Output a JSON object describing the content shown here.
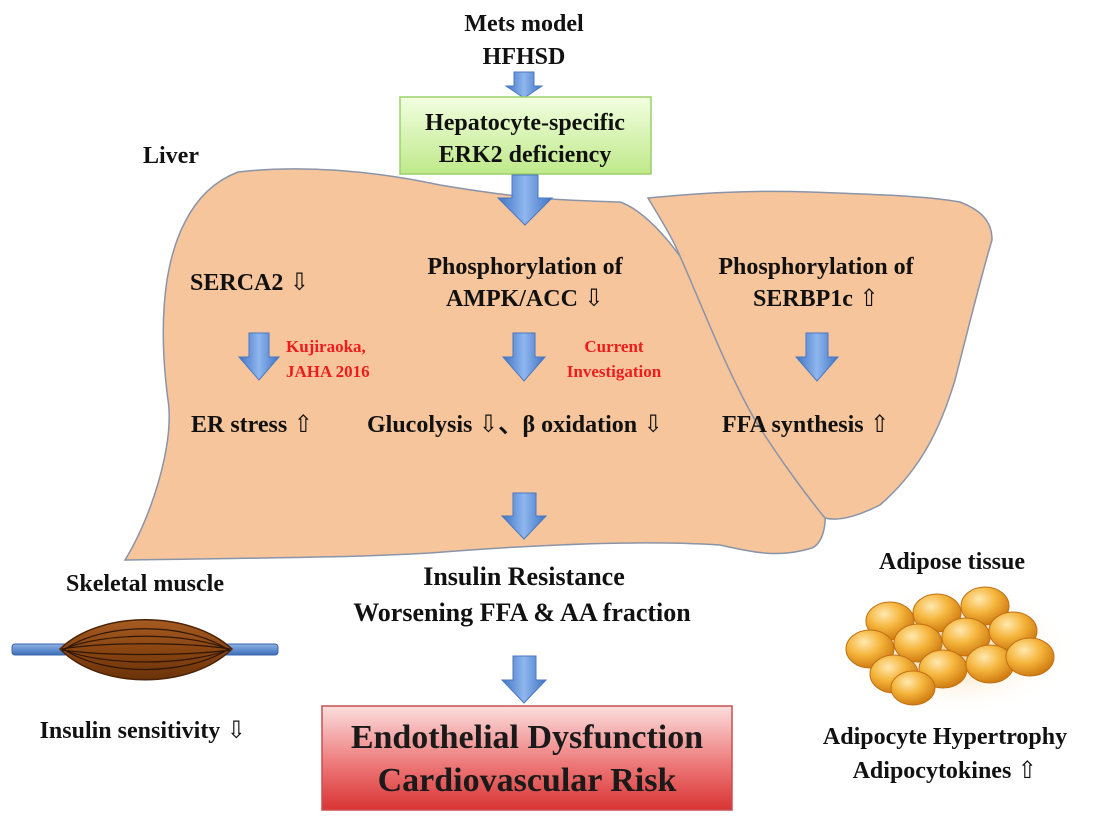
{
  "top": {
    "line1": "Mets model",
    "line2": "HFHSD"
  },
  "hepatocyte_box": {
    "line1": "Hepatocyte-specific",
    "line2": "ERK2 deficiency"
  },
  "liver_label": "Liver",
  "columns": {
    "serca": {
      "top": "SERCA2 ⇩",
      "ref_line1": "Kujiraoka,",
      "ref_line2": "JAHA 2016",
      "bottom": "ER stress ⇧"
    },
    "ampk": {
      "top_line1": "Phosphorylation of",
      "top_line2": "AMPK/ACC ⇩",
      "ref_line1": "Current",
      "ref_line2": "Investigation",
      "bottom": "Glucolysis ⇩、β oxidation ⇩"
    },
    "serbp": {
      "top_line1": "Phosphorylation of",
      "top_line2": "SERBP1c ⇧",
      "bottom": "FFA synthesis ⇧"
    }
  },
  "insulin": {
    "line1": "Insulin Resistance",
    "line2": "Worsening FFA & AA fraction"
  },
  "outcome_box": {
    "line1": "Endothelial Dysfunction",
    "line2": "Cardiovascular Risk"
  },
  "muscle": {
    "title": "Skeletal muscle",
    "caption": "Insulin sensitivity ⇩"
  },
  "adipose": {
    "title": "Adipose tissue",
    "caption_line1": "Adipocyte Hypertrophy",
    "caption_line2": "Adipocytokines ⇧"
  },
  "colors": {
    "liver_fill": "#f7c59c",
    "arrow_blue": "#5b8ed6",
    "ref_red": "#ee1c1c",
    "hepatocyte_box": "#d6f5a8",
    "outcome_box": "#e85a5a",
    "muscle": "#8b4513",
    "fat": "#f0a330"
  }
}
